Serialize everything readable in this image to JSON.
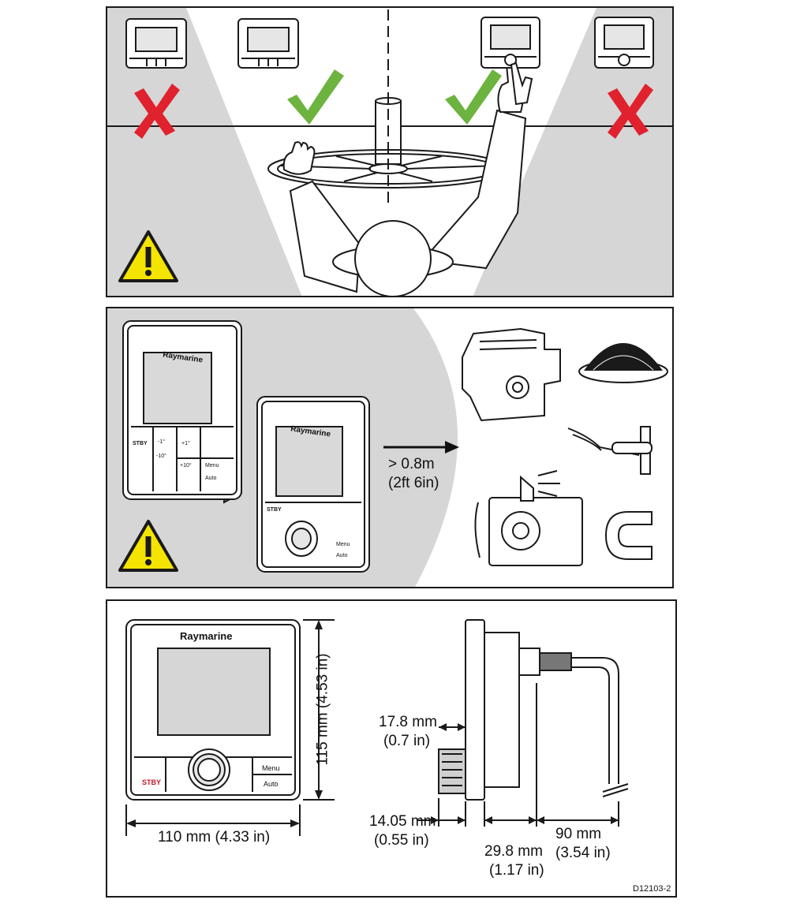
{
  "figure_ref": "D12103-2",
  "brand": "Raymarine",
  "panel1": {
    "positions": [
      {
        "status": "incorrect",
        "icon": "red-cross-icon"
      },
      {
        "status": "correct",
        "icon": "green-check-icon"
      },
      {
        "status": "correct",
        "icon": "green-check-icon"
      },
      {
        "status": "incorrect",
        "icon": "red-cross-icon"
      }
    ],
    "warning_icon": "warning-triangle-icon"
  },
  "panel2": {
    "distance_metric": "> 0.8m",
    "distance_imperial": "(2ft 6in)",
    "interference_sources": [
      "engine-icon",
      "compass-icon",
      "cable-icon",
      "radio-telephone-icon",
      "magnet-icon"
    ],
    "warning_icon": "warning-triangle-icon",
    "button_labels": {
      "stby": "STBY",
      "menu": "Menu",
      "auto": "Auto",
      "minus1": "-1°",
      "minus10": "-10°",
      "plus1": "+1°",
      "plus10": "+10°"
    }
  },
  "panel3": {
    "front_stby": "STBY",
    "front_menu": "Menu",
    "front_auto": "Auto",
    "width": "110 mm (4.33 in)",
    "height": "115 mm (4.53 in)",
    "bezel_mm": "17.8 mm",
    "bezel_in": "(0.7 in)",
    "boss_mm": "14.05 mm",
    "boss_in": "(0.55 in)",
    "depth_mm": "29.8 mm",
    "depth_in": "(1.17 in)",
    "cable_mm": "90 mm",
    "cable_in": "(3.54 in)"
  },
  "colors": {
    "shade": "#d6d6d6",
    "check": "#6db33f",
    "cross": "#e0222e",
    "warning": "#f5e400"
  }
}
